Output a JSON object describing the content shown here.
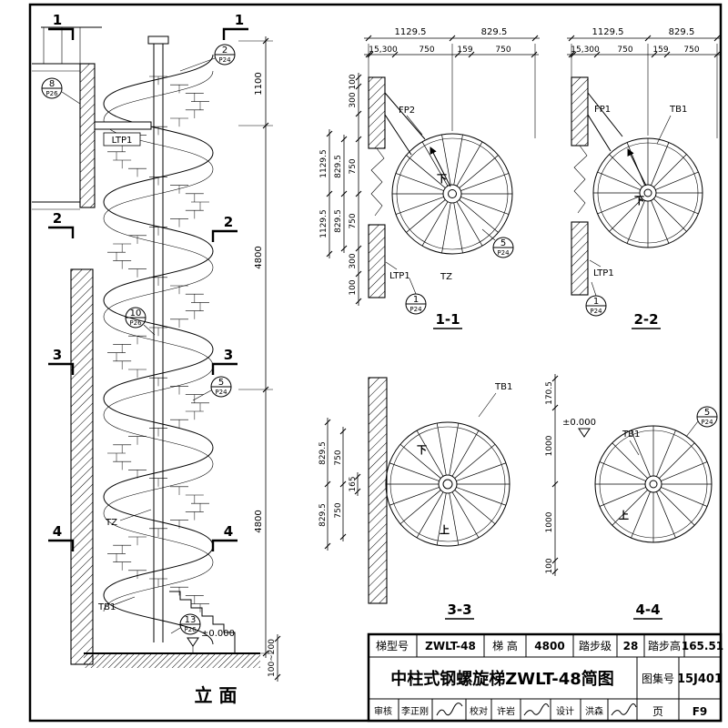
{
  "elevation": {
    "title": "立 面",
    "marker1": "1",
    "marker2": "2",
    "marker3": "3",
    "marker4": "4",
    "dim_top": "1100",
    "dim_mid": "4800",
    "dim_bot": "4800",
    "dim_ground": "100~200",
    "label_ltp1": "LTP1",
    "label_tz": "TZ",
    "label_tb1": "TB1",
    "label_level": "±0.000",
    "callout_2": {
      "num": "2",
      "sheet": "P24"
    },
    "callout_8": {
      "num": "8",
      "sheet": "P26"
    },
    "callout_10": {
      "num": "10",
      "sheet": "P26"
    },
    "callout_5": {
      "num": "5",
      "sheet": "P24"
    },
    "callout_13": {
      "num": "13",
      "sheet": "P26"
    }
  },
  "plan11": {
    "title": "1-1",
    "dim_major_left": "1129.5",
    "dim_major_right": "829.5",
    "dim_minor_1": "15,300",
    "dim_minor_2": "750",
    "dim_minor_3": "159",
    "dim_minor_4": "750",
    "dim_left_v1": "1129.5",
    "dim_left_v2": "829.5",
    "dim_left_v3": "750",
    "dim_left_v4": "1129.5",
    "dim_left_v5": "829.5",
    "dim_left_v6": "750",
    "dim_left_100t": "100",
    "dim_left_300t": "300",
    "dim_left_300b": "300",
    "dim_left_100b": "100",
    "label_fp2": "FP2",
    "label_ltp1": "LTP1",
    "label_tz": "TZ",
    "label_down": "下",
    "callout_5": {
      "num": "5",
      "sheet": "P24"
    },
    "callout_1": {
      "num": "1",
      "sheet": "P24"
    }
  },
  "plan22": {
    "title": "2-2",
    "dim_major_left": "1129.5",
    "dim_major_right": "829.5",
    "dim_minor_1": "15,300",
    "dim_minor_2": "750",
    "dim_minor_3": "159",
    "dim_minor_4": "750",
    "label_fp1": "FP1",
    "label_tb1": "TB1",
    "label_ltp1": "LTP1",
    "label_down": "下",
    "callout_1": {
      "num": "1",
      "sheet": "P24"
    }
  },
  "plan33": {
    "title": "3-3",
    "dim_left_v1": "829.5",
    "dim_left_v2": "750",
    "dim_left_mid": "165",
    "dim_left_v3": "829.5",
    "dim_left_v4": "750",
    "dim_right_1": "170.5",
    "dim_right_2": "1000",
    "dim_right_3": "1000",
    "dim_right_4": "100",
    "label_tb1": "TB1",
    "label_down": "下",
    "label_up": "上"
  },
  "plan44": {
    "title": "4-4",
    "label_tb1": "TB1",
    "label_up": "上",
    "label_level": "±0.000",
    "callout_5": {
      "num": "5",
      "sheet": "P24"
    }
  },
  "titleblock": {
    "model_label": "梯型号",
    "model": "ZWLT-48",
    "height_label": "梯 高",
    "height": "4800",
    "steps_label": "踏步级",
    "steps": "28",
    "riser_label": "踏步高",
    "riser": "165.51",
    "title": "中柱式钢螺旋梯ZWLT-48简图",
    "atlas_label": "图集号",
    "atlas": "15J401",
    "page_label": "页",
    "page": "F9",
    "review_label": "审核",
    "reviewer": "李正刚",
    "check_label": "校对",
    "checker": "许岩",
    "design_label": "设计",
    "designer": "洪森"
  }
}
